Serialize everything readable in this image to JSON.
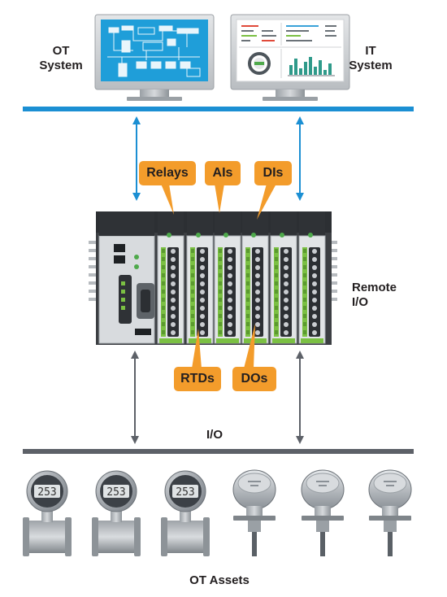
{
  "labels": {
    "ot_system": "OT\nSystem",
    "it_system": "IT\nSystem",
    "remote_io": "Remote\nI/O",
    "io": "I/O",
    "ot_assets": "OT Assets"
  },
  "module_tags": {
    "relays": "Relays",
    "ais": "AIs",
    "dis": "DIs",
    "rtds": "RTDs",
    "dos": "DOs"
  },
  "meter_display": "253",
  "colors": {
    "it_network": "#1b8fd3",
    "tag_fill": "#f39c2b",
    "ot_bus": "#5d6168",
    "arrow_gray": "#5d6168",
    "terminal_green": "#7bc043"
  }
}
